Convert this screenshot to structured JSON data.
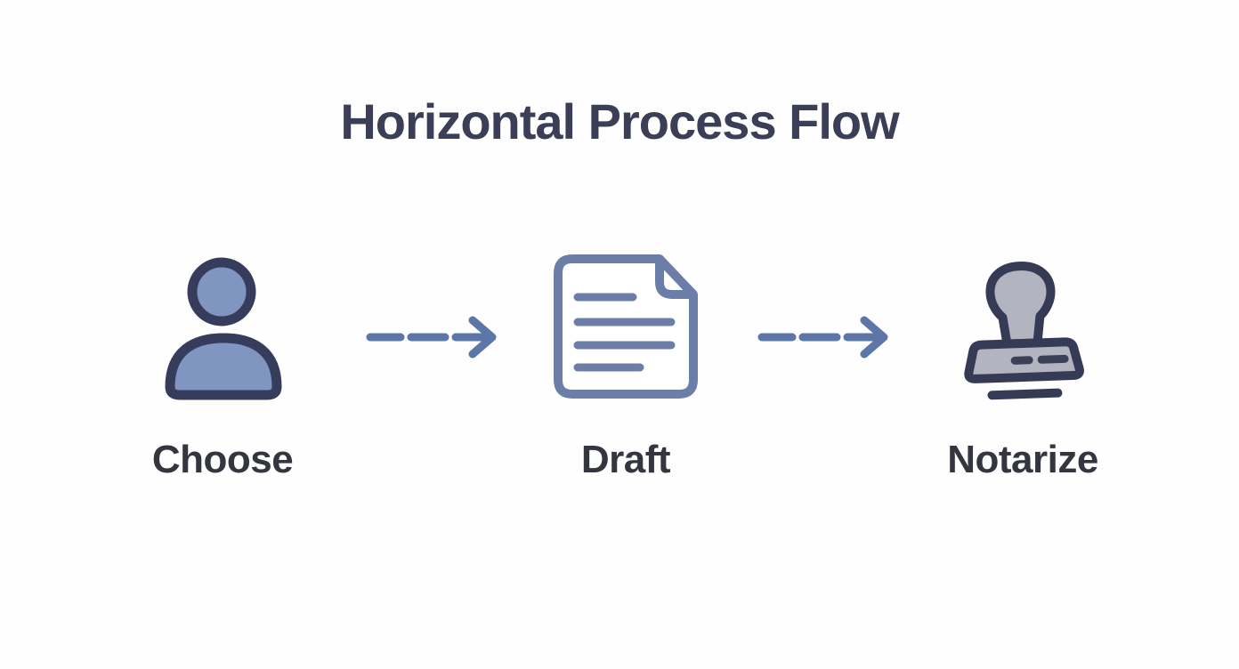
{
  "title": "Horizontal Process Flow",
  "steps": [
    {
      "label": "Choose",
      "icon": "user-icon"
    },
    {
      "label": "Draft",
      "icon": "document-icon"
    },
    {
      "label": "Notarize",
      "icon": "stamp-icon"
    }
  ],
  "connectors": [
    {
      "type": "dashed-arrow",
      "direction": "right"
    },
    {
      "type": "dashed-arrow",
      "direction": "right"
    }
  ],
  "colors": {
    "background": "#fefefe",
    "title_color": "#3a3e56",
    "label_color": "#33363f",
    "person_fill": "#8096c1",
    "person_stroke": "#363c5c",
    "doc_stroke": "#6b7ea7",
    "stamp_fill": "#b2b4bf",
    "stamp_stroke": "#363b55",
    "stamp_dash": "#3c4057",
    "arrow": "#5d76a8"
  }
}
